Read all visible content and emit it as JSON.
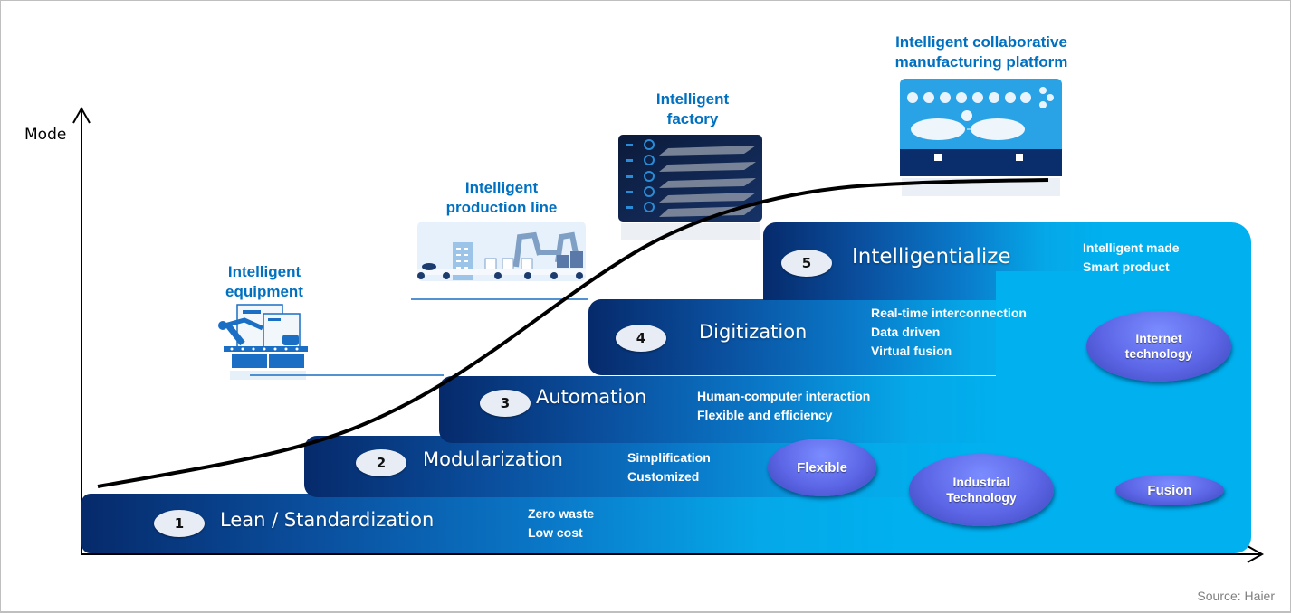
{
  "axis": {
    "y_label": "Mode"
  },
  "stages": [
    {
      "number": "1",
      "title": "Lean / Standardization",
      "descriptions": [
        "Zero waste",
        "Low cost"
      ]
    },
    {
      "number": "2",
      "title": "Modularization",
      "descriptions": [
        "Simplification",
        "Customized"
      ]
    },
    {
      "number": "3",
      "title": "Automation",
      "descriptions": [
        "Human-computer interaction",
        "Flexible and efficiency"
      ]
    },
    {
      "number": "4",
      "title": "Digitization",
      "descriptions": [
        "Real-time interconnection",
        "Data driven",
        "Virtual fusion"
      ]
    },
    {
      "number": "5",
      "title": "Intelligentialize",
      "descriptions": [
        "Intelligent made",
        "Smart product"
      ]
    }
  ],
  "ellipses": [
    {
      "label_lines": [
        "Flexible"
      ]
    },
    {
      "label_lines": [
        "Industrial",
        "Technology"
      ]
    },
    {
      "label_lines": [
        "Fusion"
      ]
    },
    {
      "label_lines": [
        "Internet",
        "technology"
      ]
    }
  ],
  "milestones": [
    {
      "caption_lines": [
        "Intelligent",
        "equipment"
      ],
      "image": "robot-arm-conveyor-illustration"
    },
    {
      "caption_lines": [
        "Intelligent",
        "production line"
      ],
      "image": "production-line-robots-illustration"
    },
    {
      "caption_lines": [
        "Intelligent",
        "factory"
      ],
      "image": "layered-factory-dashboard-illustration"
    },
    {
      "caption_lines": [
        "Intelligent collaborative",
        "manufacturing platform"
      ],
      "image": "cloud-platform-diagram-illustration"
    }
  ],
  "source": "Source: Haier",
  "colors": {
    "layer_dark": "#062a6b",
    "layer_light": "#00b0ef",
    "ellipse": "#5c66e6",
    "caption": "#0070c0"
  }
}
